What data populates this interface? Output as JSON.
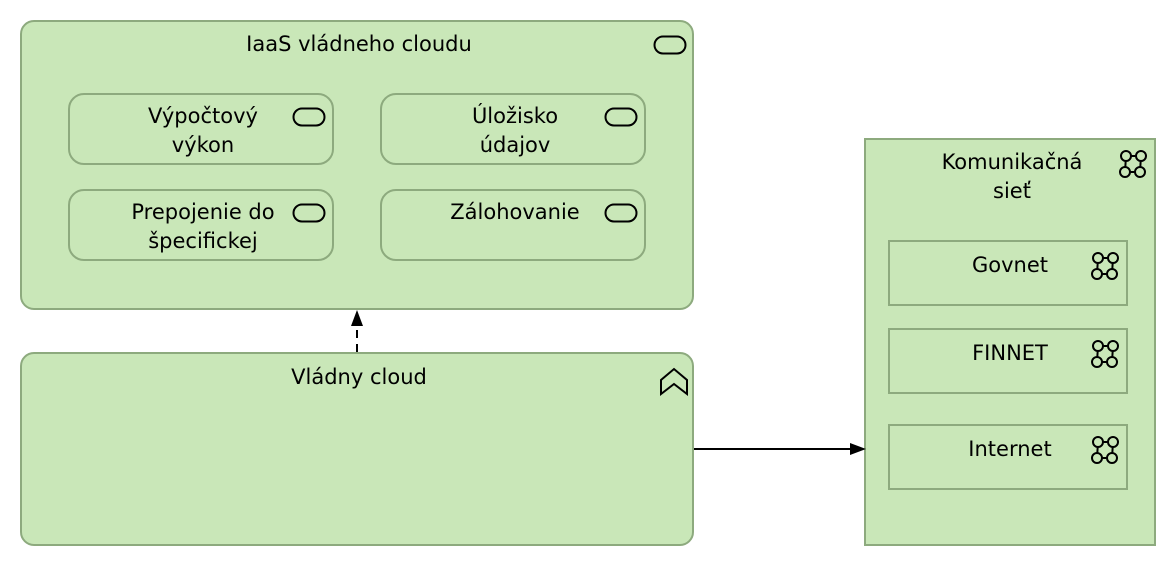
{
  "diagram": {
    "iaas": {
      "title": "IaaS vládneho cloudu",
      "services": [
        {
          "label": "Výpočtový\nvýkon"
        },
        {
          "label": "Úložisko\núdajov"
        },
        {
          "label": "Prepojenie do\nšpecifickej"
        },
        {
          "label": "Zálohovanie"
        }
      ]
    },
    "cloud": {
      "title": "Vládny cloud"
    },
    "network": {
      "title": "Komunikačná\nsieť",
      "items": [
        {
          "label": "Govnet"
        },
        {
          "label": "FINNET"
        },
        {
          "label": "Internet"
        }
      ]
    },
    "colors": {
      "fill": "#c9e7b8",
      "stroke": "#8daa7e",
      "edge": "#000000"
    }
  }
}
